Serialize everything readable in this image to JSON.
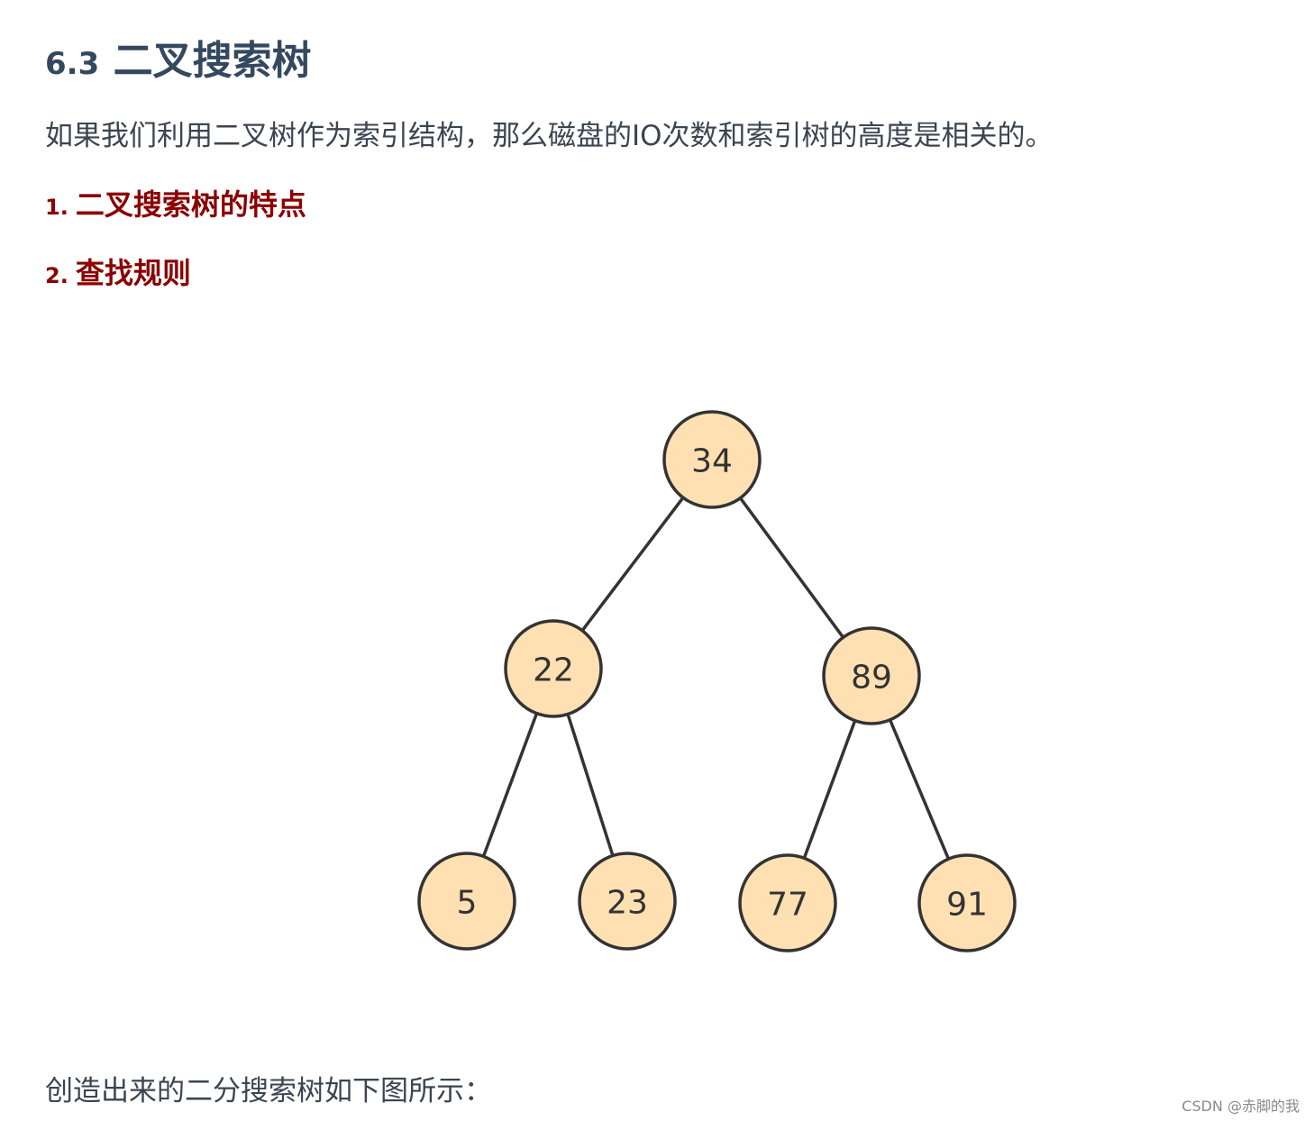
{
  "section": {
    "number": "6.3",
    "title": "二叉搜索树"
  },
  "intro_text": "如果我们利用二叉树作为索引结构，那么磁盘的IO次数和索引树的高度是相关的。",
  "list": [
    {
      "marker": "1.",
      "text": "二叉搜索树的特点"
    },
    {
      "marker": "2.",
      "text": "查找规则"
    }
  ],
  "tree": {
    "node_fill": "#ffe0b2",
    "node_stroke": "#333333",
    "nodes": [
      {
        "id": "n34",
        "label": "34"
      },
      {
        "id": "n22",
        "label": "22"
      },
      {
        "id": "n89",
        "label": "89"
      },
      {
        "id": "n5",
        "label": "5"
      },
      {
        "id": "n23",
        "label": "23"
      },
      {
        "id": "n77",
        "label": "77"
      },
      {
        "id": "n91",
        "label": "91"
      }
    ],
    "edges": [
      {
        "from": "n34",
        "to": "n22"
      },
      {
        "from": "n34",
        "to": "n89"
      },
      {
        "from": "n22",
        "to": "n5"
      },
      {
        "from": "n22",
        "to": "n23"
      },
      {
        "from": "n89",
        "to": "n77"
      },
      {
        "from": "n89",
        "to": "n91"
      }
    ]
  },
  "caption": "创造出来的二分搜索树如下图所示：",
  "watermark": "CSDN @赤脚的我"
}
